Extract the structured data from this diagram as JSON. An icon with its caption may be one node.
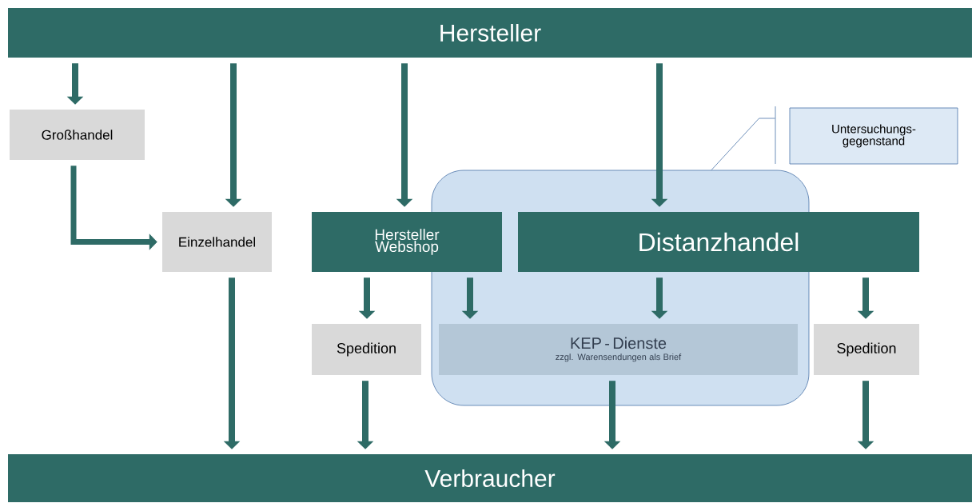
{
  "diagram": {
    "nodes": [
      {
        "text": [
          "Hersteller"
        ]
      },
      {
        "text": [
          "Großhandel"
        ]
      },
      {
        "text": [
          "Einzelhandel"
        ]
      },
      {
        "text": [
          "Hersteller Webshop"
        ]
      },
      {
        "text": [
          "Distanzhandel"
        ]
      },
      {
        "text": [
          "Spedition"
        ]
      },
      {
        "text": [
          "KEP - Dienste",
          "zzgl. Warensendungen als Brief"
        ],
        "in": 10
      },
      {
        "text": [
          "Spedition"
        ]
      },
      {
        "text": [
          "Verbraucher"
        ]
      },
      {
        "text": [
          "Untersuchungs- gegenstand"
        ]
      },
      {
        "text": [],
        "shape": "box"
      }
    ],
    "edges": [
      {
        "from": 0,
        "to": 1,
        "arrow": "to"
      },
      {
        "from": 0,
        "to": 2,
        "arrow": "to"
      },
      {
        "from": 0,
        "to": 3,
        "arrow": "to"
      },
      {
        "from": 0,
        "to": 4,
        "arrow": "to"
      },
      {
        "from": 1,
        "to": 2,
        "arrow": "to"
      },
      {
        "from": 2,
        "to": 8,
        "arrow": "to"
      },
      {
        "from": 3,
        "to": 5,
        "arrow": "to"
      },
      {
        "from": 3,
        "to": 6,
        "arrow": "to"
      },
      {
        "from": 4,
        "to": 6,
        "arrow": "to"
      },
      {
        "from": 4,
        "to": 7,
        "arrow": "to"
      },
      {
        "from": 5,
        "to": 8,
        "arrow": "to"
      },
      {
        "from": 6,
        "to": 8,
        "arrow": "to"
      },
      {
        "from": 7,
        "to": 8,
        "arrow": "to"
      },
      {
        "from": 9,
        "to": 10,
        "arrow": "none"
      }
    ]
  }
}
